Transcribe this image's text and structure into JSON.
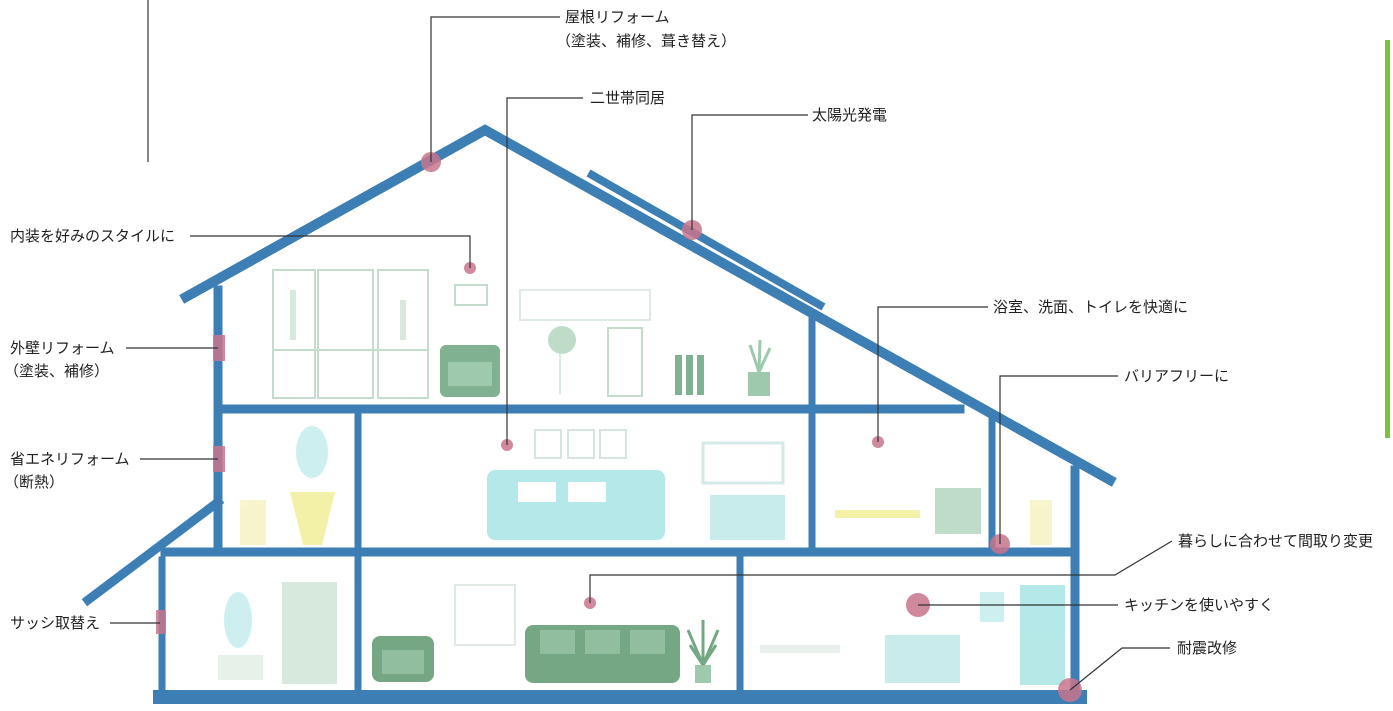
{
  "colors": {
    "wall": "#3d7fb4",
    "marker": "#c8748c",
    "leader": "#333333",
    "accent_bar": "#7cc241",
    "furniture_green": "#6aa57e",
    "furniture_teal": "#a9e4e4",
    "furniture_yellow": "#f2ee9a"
  },
  "labels": {
    "roof": [
      "屋根リフォーム",
      "（塗装、補修、葺き替え）"
    ],
    "two_generation": "二世帯同居",
    "solar": "太陽光発電",
    "interior": "内装を好みのスタイルに",
    "bath": "浴室、洗面、トイレを快適に",
    "barrier_free": "バリアフリーに",
    "exterior_wall": [
      "外壁リフォーム",
      "（塗装、補修）"
    ],
    "energy": [
      "省エネリフォーム",
      "（断熱）"
    ],
    "layout_change": "暮らしに合わせて間取り変更",
    "sash": "サッシ取替え",
    "kitchen": "キッチンを使いやすく",
    "seismic": "耐震改修"
  },
  "icons": {
    "sofa": "sofa-icon",
    "plant": "plant-icon",
    "bookshelf": "bookshelf-icon",
    "mirror": "mirror-icon",
    "tv": "tv-icon"
  }
}
